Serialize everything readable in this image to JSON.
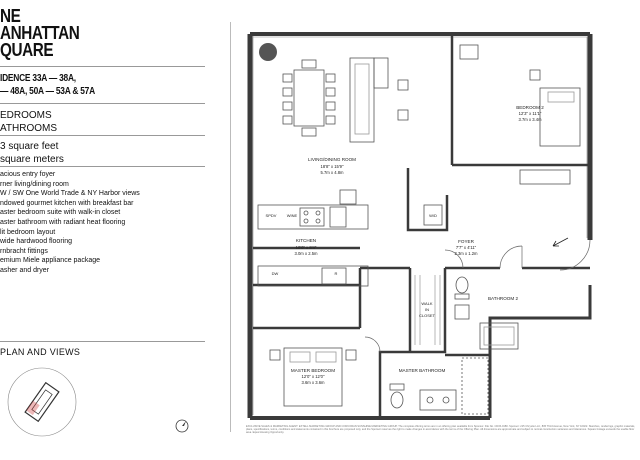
{
  "brand": {
    "line1": "NE",
    "line2": "ANHATTAN",
    "line3": "QUARE"
  },
  "residence": {
    "line1": "IDENCE 33A — 38A,",
    "line2": "— 48A, 50A — 53A & 57A"
  },
  "bedrooms": "EDROOMS",
  "bathrooms": "ATHROOMS",
  "area_sqft": "3 square feet",
  "area_sqm": "square meters",
  "features": [
    "acious entry foyer",
    "rner living/dining room",
    "W / SW One World Trade & NY Harbor views",
    "ndowed gourmet kitchen with breakfast bar",
    "aster bedroom suite with walk-in closet",
    "aster bathroom with radiant heat flooring",
    "lit bedroom layout",
    "wide hardwood flooring",
    "rnbracht fittings",
    "emium Miele appliance package",
    "asher and dryer"
  ],
  "plan_heading": "PLAN AND VIEWS",
  "rooms": {
    "living": {
      "name": "LIVING/DINING ROOM",
      "dim_ft": "18'8\" x 15'9\"",
      "dim_m": "5.7m x 4.8m"
    },
    "bedroom2": {
      "name": "BEDROOM 2",
      "dim_ft": "12'3\" x 11'1\"",
      "dim_m": "3.7m x 3.4m"
    },
    "kitchen": {
      "name": "KITCHEN",
      "dim_ft": "10'0\" x 8'4\"",
      "dim_m": "3.0m x 2.5m"
    },
    "foyer": {
      "name": "FOYER",
      "dim_ft": "7'7\" x 4'11\"",
      "dim_m": "2.3m x 1.2m"
    },
    "master": {
      "name": "MASTER BEDROOM",
      "dim_ft": "12'0\" x 12'0\"",
      "dim_m": "3.6m x 3.6m"
    },
    "bath2": {
      "name": "BATHROOM 2"
    },
    "master_bath": {
      "name": "MASTER BATHROOM"
    },
    "closet": {
      "line1": "WALK",
      "line2": "IN",
      "line3": "CLOSET"
    }
  },
  "fixtures": {
    "wd": "W/D",
    "spdv": "SPDV",
    "wine": "WINE",
    "dw": "DW",
    "r": "R"
  },
  "colors": {
    "wall": "#3a3a3a",
    "furniture": "#555555",
    "text_muted": "#777777"
  },
  "fine_print": "EXCLUSIVE SALES & MARKETING AGENT: EXTELL MARKETING GROUP AND CORCORAN SUNSHINE MARKETING GROUP. The complete offering terms are in an offering plan available from Sponsor. File No. CD15-0180. Sponsor: 215 Chrystie LLC, 805 Third Avenue, New York, NY 10022. Sketches, renderings, graphic materials, plans, specifications, terms, conditions and statements contained in this brochure are proposed only, and the Sponsor reserves the right to make changes in accordance with the terms of the Offering Plan. All dimensions are approximate and subject to normal construction variances and tolerances. Square footage exceeds the usable floor area. Equal Housing Opportunity."
}
